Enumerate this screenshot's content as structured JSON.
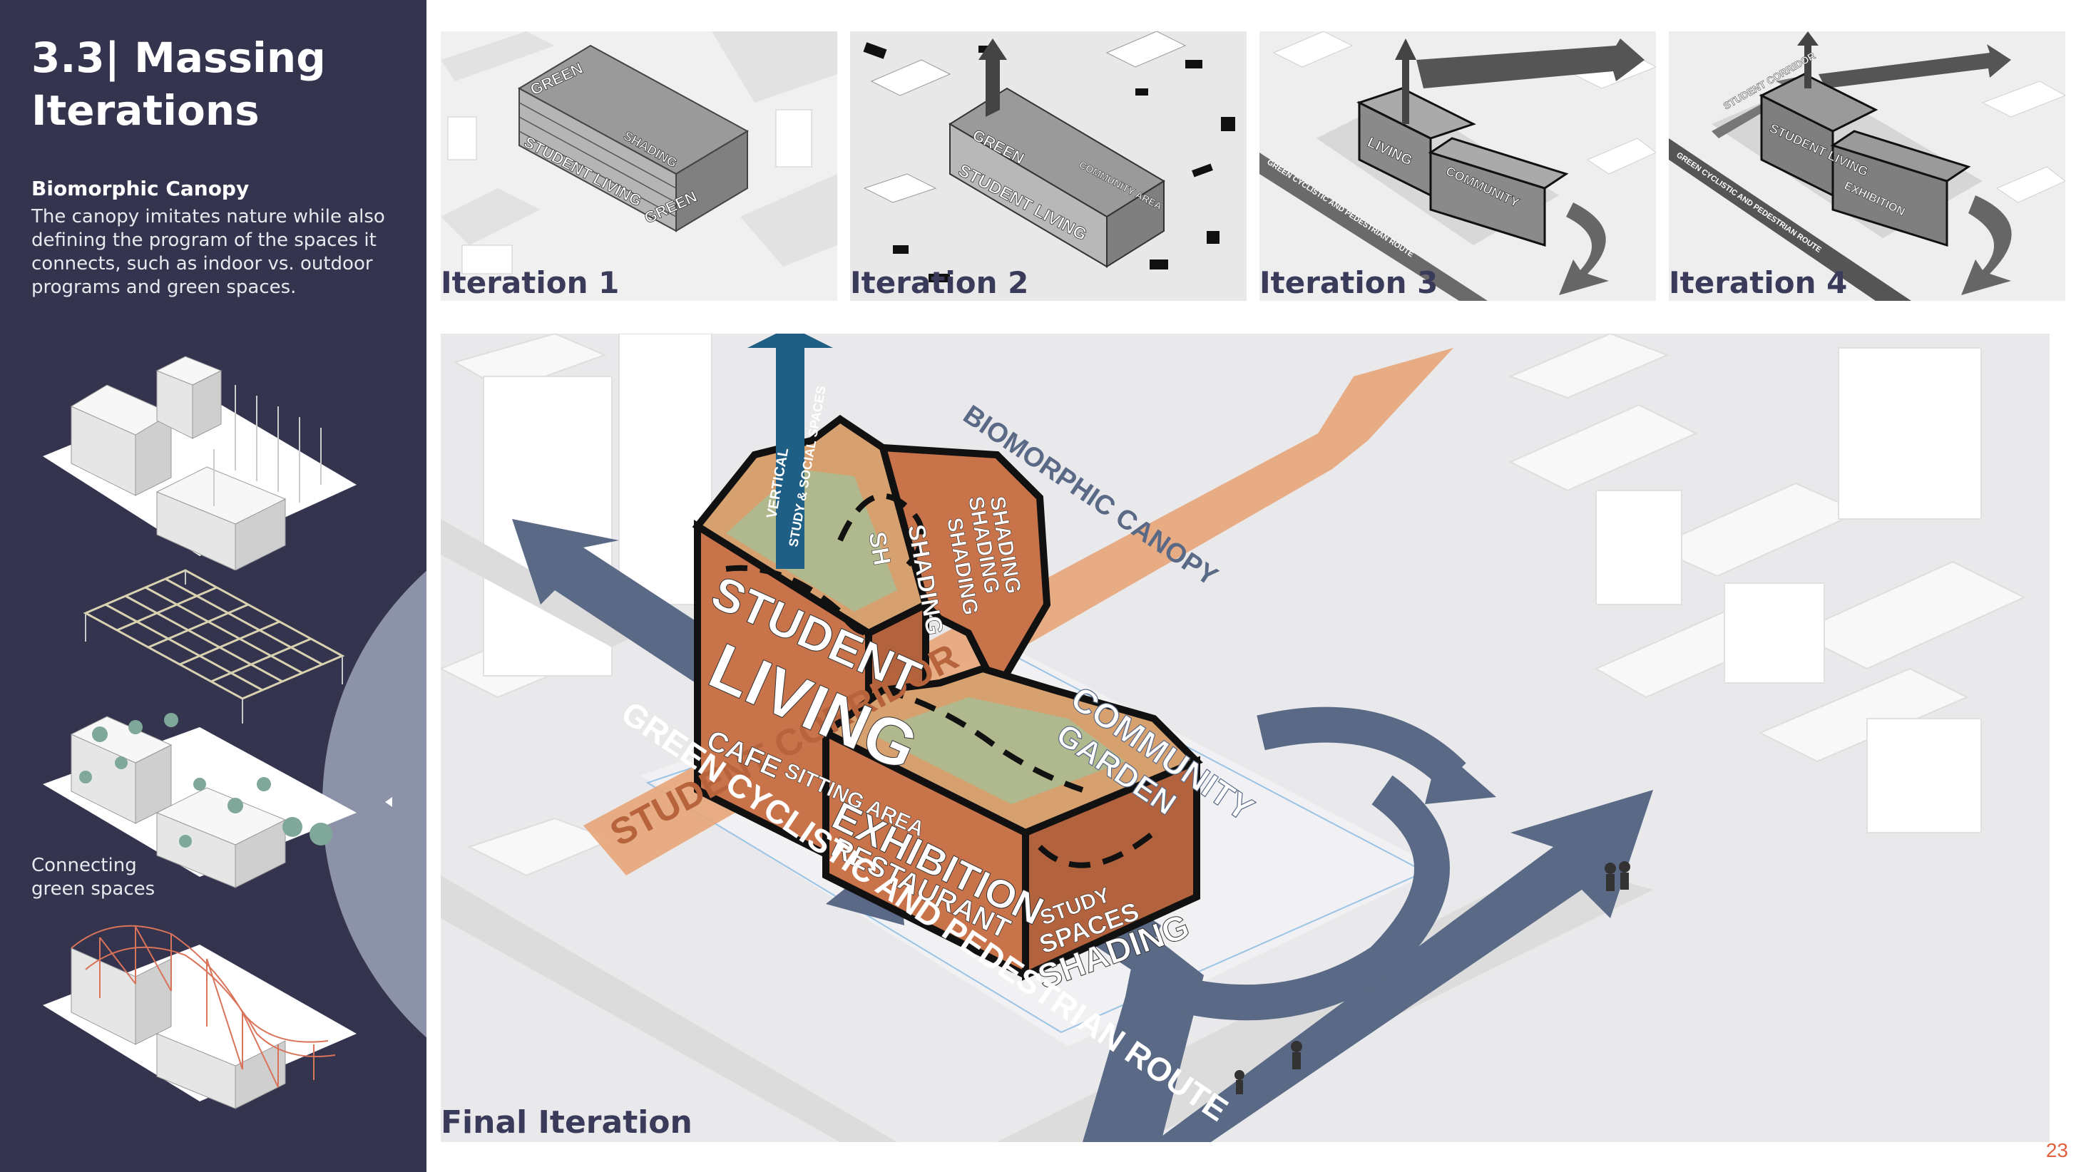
{
  "sidebar": {
    "title": "3.3| Massing Iterations",
    "subheading": "Biomorphic Canopy",
    "description": "The canopy imitates nature while also defining the program of the spaces it connects, such as indoor vs. outdoor programs and green spaces.",
    "caption": "Connecting green spaces"
  },
  "iterations": [
    {
      "label": "Iteration 1",
      "tags": [
        "GREEN",
        "SHADING",
        "STUDENT LIVING",
        "GREEN"
      ]
    },
    {
      "label": "Iteration 2",
      "tags": [
        "GREEN",
        "STUDENT LIVING",
        "COMMUNITY AREA"
      ]
    },
    {
      "label": "Iteration 3",
      "tags": [
        "LIVING",
        "COMMUNITY",
        "GREEN CYCLISTIC AND PEDESTRIAN ROUTE"
      ]
    },
    {
      "label": "Iteration 4",
      "tags": [
        "STUDENT CORRIDOR",
        "STUDENT LIVING",
        "EXHIBITION",
        "GREEN CYCLISTIC AND PEDESTRIAN ROUTE"
      ]
    }
  ],
  "final": {
    "label": "Final Iteration",
    "tags": {
      "corridor": "STUDENT CORRIDOR",
      "canopy": "BIOMORPHIC CANOPY",
      "vertical_1": "VERTICAL",
      "vertical_2": "STUDY & SOCIAL SPACES",
      "student": "STUDENT",
      "living": "LIVING",
      "cafe": "CAFE",
      "sitting": "SITTING AREA",
      "shading_1": "SHADING",
      "shading_2": "SHADING",
      "shading_3": "SHADING",
      "shading_4": "SHADING",
      "shading_5": "SH",
      "community": "COMMUNITY",
      "garden": "GARDEN",
      "exhibition": "EXHIBITION",
      "restaurant": "RESTAURANT",
      "study": "STUDY",
      "spaces": "SPACES",
      "shading_6": "SHADING",
      "route": "GREEN CYCLISTIC AND PEDESTRIAN ROUTE"
    }
  },
  "page_number": "23",
  "colors": {
    "sidebar": "#34344f",
    "accent_orange": "#e0613f",
    "building": "#c8734a",
    "arrow_blue": "#5a6a86",
    "vertical_arrow": "#1f5f86",
    "corridor": "#e8a57a"
  }
}
